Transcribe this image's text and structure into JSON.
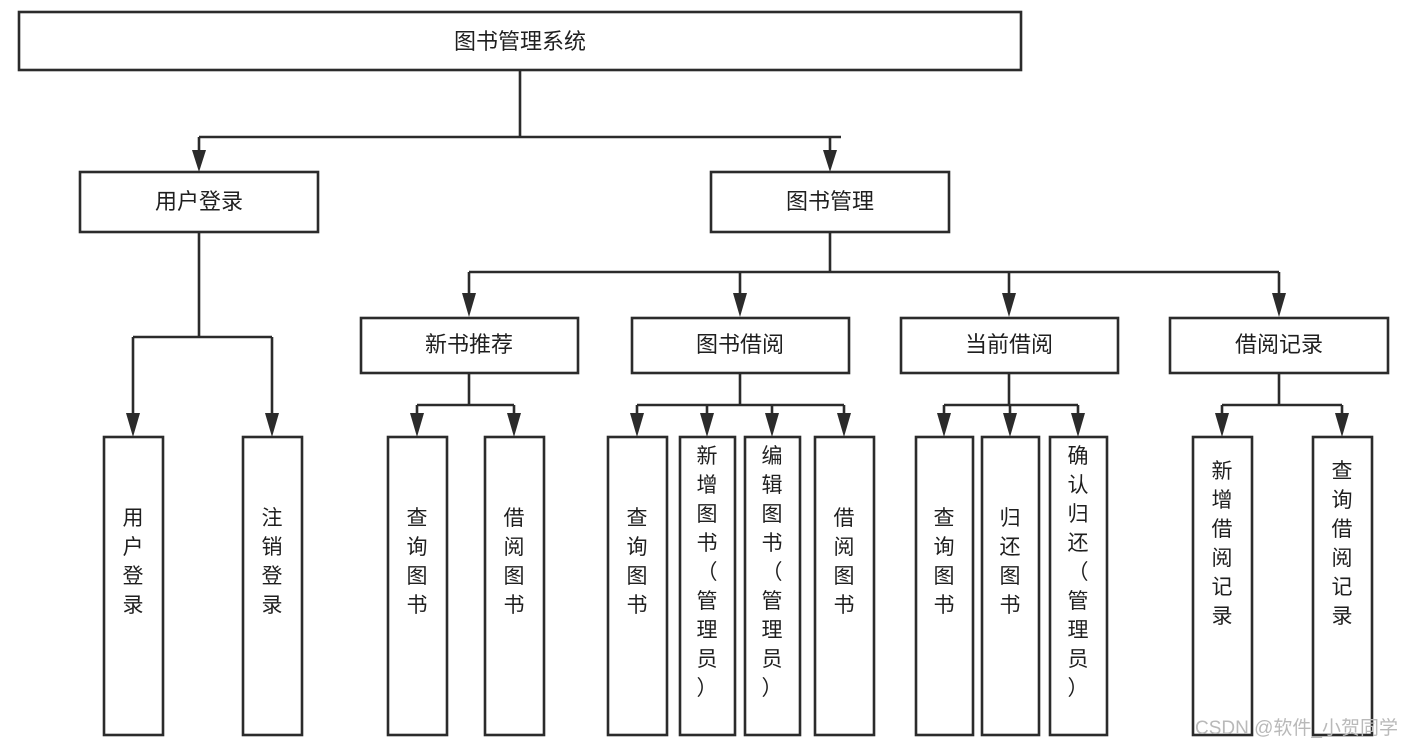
{
  "diagram": {
    "title_node": {
      "id": "root",
      "label": "图书管理系统"
    },
    "level2": [
      {
        "id": "user-login",
        "label": "用户登录"
      },
      {
        "id": "book-manage",
        "label": "图书管理"
      }
    ],
    "level3": [
      {
        "id": "new-book-rec",
        "label": "新书推荐"
      },
      {
        "id": "book-borrow",
        "label": "图书借阅"
      },
      {
        "id": "current-borrow",
        "label": "当前借阅"
      },
      {
        "id": "borrow-record",
        "label": "借阅记录"
      }
    ],
    "leaves": [
      {
        "id": "leaf-user-login",
        "label": "用户登录",
        "parent": "user-login"
      },
      {
        "id": "leaf-user-logout",
        "label": "注销登录",
        "parent": "user-login"
      },
      {
        "id": "leaf-query-book-1",
        "label": "查询图书",
        "parent": "new-book-rec"
      },
      {
        "id": "leaf-borrow-book-1",
        "label": "借阅图书",
        "parent": "new-book-rec"
      },
      {
        "id": "leaf-query-book-2",
        "label": "查询图书",
        "parent": "book-borrow"
      },
      {
        "id": "leaf-add-book",
        "label": "新增图书（管理员）",
        "parent": "book-borrow"
      },
      {
        "id": "leaf-edit-book",
        "label": "编辑图书（管理员）",
        "parent": "book-borrow"
      },
      {
        "id": "leaf-borrow-book-2",
        "label": "借阅图书",
        "parent": "book-borrow"
      },
      {
        "id": "leaf-query-book-3",
        "label": "查询图书",
        "parent": "current-borrow"
      },
      {
        "id": "leaf-return-book",
        "label": "归还图书",
        "parent": "current-borrow"
      },
      {
        "id": "leaf-confirm-return",
        "label": "确认归还（管理员）",
        "parent": "current-borrow"
      },
      {
        "id": "leaf-add-record",
        "label": "新增借阅记录",
        "parent": "borrow-record"
      },
      {
        "id": "leaf-query-record",
        "label": "查询借阅记录",
        "parent": "borrow-record"
      }
    ],
    "colors": {
      "stroke": "#2b2b2b",
      "fill": "#ffffff",
      "text": "#1f1f1f",
      "watermark": "#b9b9b9"
    }
  },
  "watermark": {
    "text": "CSDN @软件_小贺同学"
  }
}
